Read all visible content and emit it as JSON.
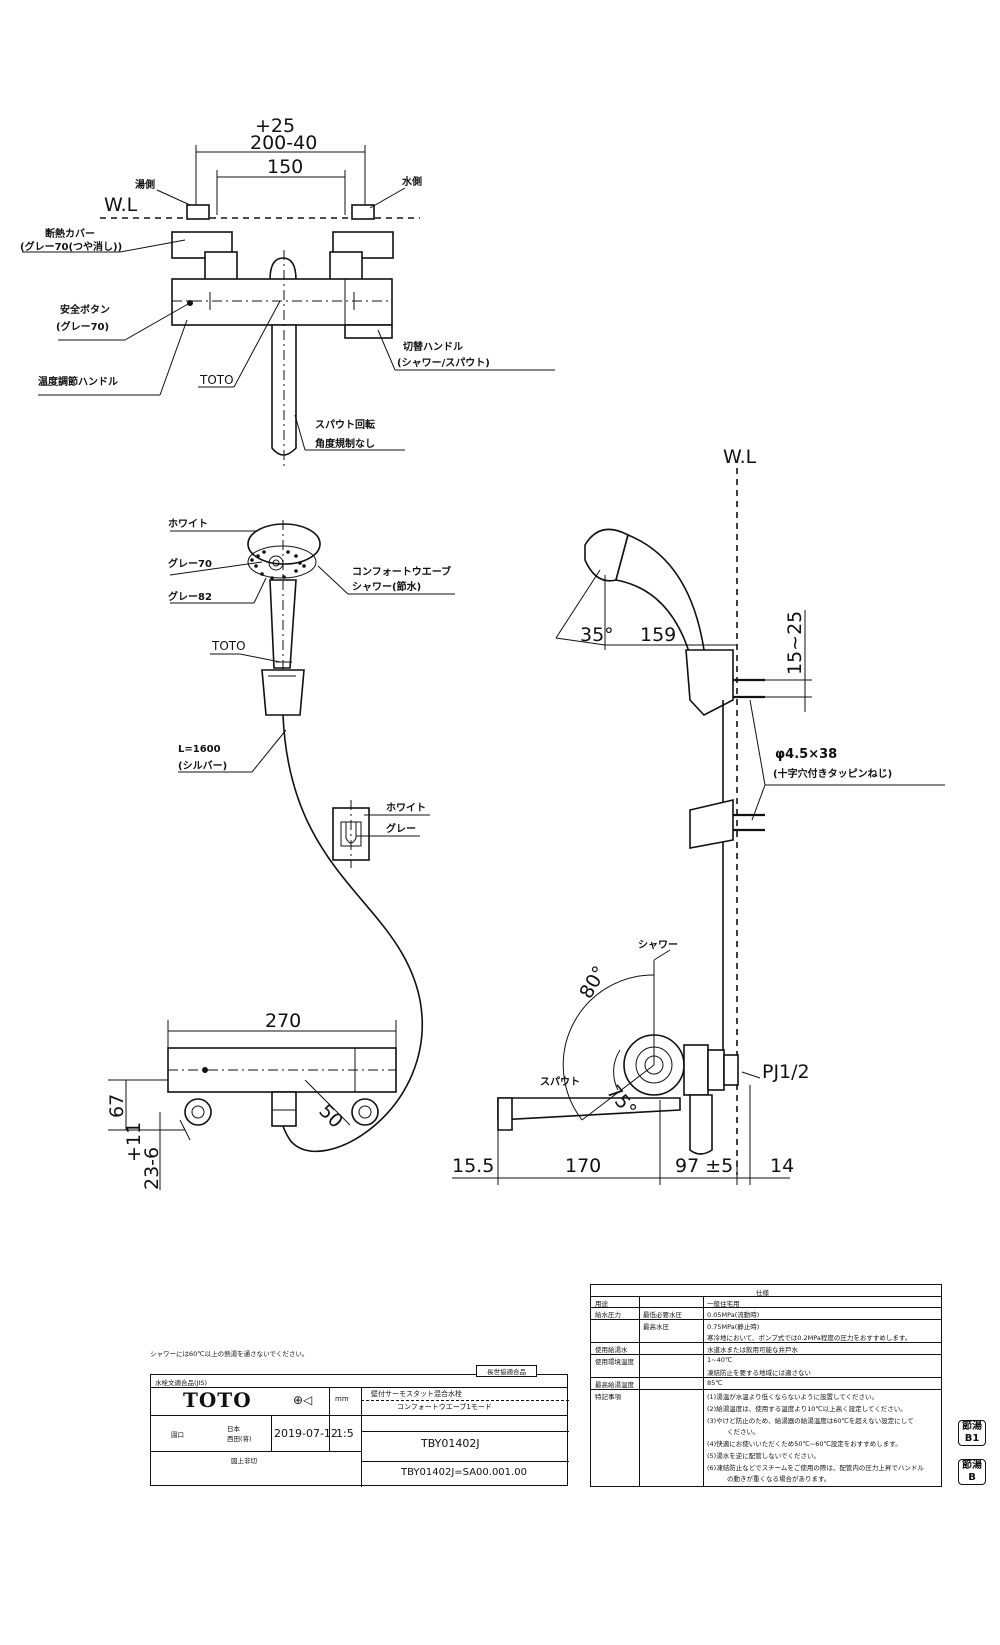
{
  "top_view": {
    "dim_tol": "+25",
    "dim_pitch": "200-40",
    "dim_150": "150",
    "wl": "W.L",
    "hot_side": "湯側",
    "cold_side": "水側",
    "insul_cover": "断熱カバー",
    "insul_cover_color": "(グレー70(つや消し))",
    "safety_button": "安全ボタン",
    "safety_color": "(グレー70)",
    "temp_handle": "温度調節ハンドル",
    "toto": "TOTO",
    "switch_handle": "切替ハンドル",
    "switch_modes": "(シャワー/スパウト)",
    "spout_rot": "スパウト回転",
    "spout_angle": "角度規制なし"
  },
  "shower_view": {
    "white": "ホワイト",
    "grey70": "グレー70",
    "grey82": "グレー82",
    "head_name": "コンフォートウエーブ",
    "head_type": "シャワー(節水)",
    "toto": "TOTO",
    "hose_len": "L=1600",
    "hose_color": "(シルバー)",
    "holder_white": "ホワイト",
    "holder_grey": "グレー"
  },
  "front_view": {
    "dim_270": "270",
    "dim_67": "67",
    "dim_50": "50",
    "dim_tol": "+11",
    "dim_23": "23-6"
  },
  "side_view": {
    "wl": "W.L",
    "angle_35": "35°",
    "dim_159": "159",
    "dim_15_25": "15~25",
    "screw": "φ4.5×38",
    "screw_note": "(十字穴付きタッピンねじ)",
    "shower": "シャワー",
    "angle_80": "80°",
    "spout": "スパウト",
    "angle_75": "75°",
    "pj": "PJ1/2",
    "dim_15_5": "15.5",
    "dim_170": "170",
    "dim_97": "97 ±5",
    "dim_14": "14"
  },
  "title_block": {
    "note": "シャワーには60℃以上の熱湯を通さないでください。",
    "jis": "水栓文適合品(JIS)",
    "jwwa": "長世協適合品",
    "brand": "TOTO",
    "unit": "mm",
    "product_name": "壁付サーモスタット混合水栓",
    "product_sub": "コンフォートウエーブ1モード",
    "date": "2019-07-12",
    "scale": "1:5",
    "model": "TBY01402J",
    "drawing_no": "TBY01402J=SA00.001.00",
    "hand_a": "園口",
    "hand_b": "日本",
    "hand_c": "西田(将)",
    "hand_d": "図上非切"
  },
  "spec": {
    "header": "仕様",
    "rows": [
      {
        "k": "用途",
        "s": "",
        "v": "一般住宅用"
      },
      {
        "k": "給水圧力",
        "s": "最低必要水圧",
        "v": "0.05MPa(流動時)"
      },
      {
        "k": "",
        "s": "最高水圧",
        "v": "0.75MPa(静止時)"
      },
      {
        "k": "",
        "s": "",
        "v": "寒冷地において、ポンプ式では0.2MPa程度の圧力をおすすめします。"
      },
      {
        "k": "使用給湯水",
        "s": "",
        "v": "水道水または飲用可能な井戸水"
      },
      {
        "k": "使用環境温度",
        "s": "",
        "v": "1~40℃"
      },
      {
        "k": "",
        "s": "",
        "v": "凍結防止を要する地域には適さない"
      },
      {
        "k": "最高給湯温度",
        "s": "",
        "v": "85℃"
      },
      {
        "k": "特記事項",
        "s": "",
        "v": "(1)湯温が水温より低くならないように設置してください。"
      },
      {
        "k": "",
        "s": "",
        "v": "(2)給湯温度は、使用する温度より10℃以上高く設定してください。"
      },
      {
        "k": "",
        "s": "",
        "v": "(3)やけど防止のため、給湯器の給湯温度は60℃を超えない設定にして"
      },
      {
        "k": "",
        "s": "",
        "v": "ください。"
      },
      {
        "k": "",
        "s": "",
        "v": "(4)快適にお使いいただくため50℃~60℃設定をおすすめします。"
      },
      {
        "k": "",
        "s": "",
        "v": "(5)湯水を逆に配管しないでください。"
      },
      {
        "k": "",
        "s": "",
        "v": "(6)凍結防止などでスチームをご使用の際は、配管内の圧力上昇でハンドル"
      },
      {
        "k": "",
        "s": "",
        "v": "の動きが重くなる場合があります。"
      }
    ]
  },
  "badges": {
    "b1_top": "節湯",
    "b1_bot": "B1",
    "b2_top": "節湯",
    "b2_bot": "B"
  }
}
